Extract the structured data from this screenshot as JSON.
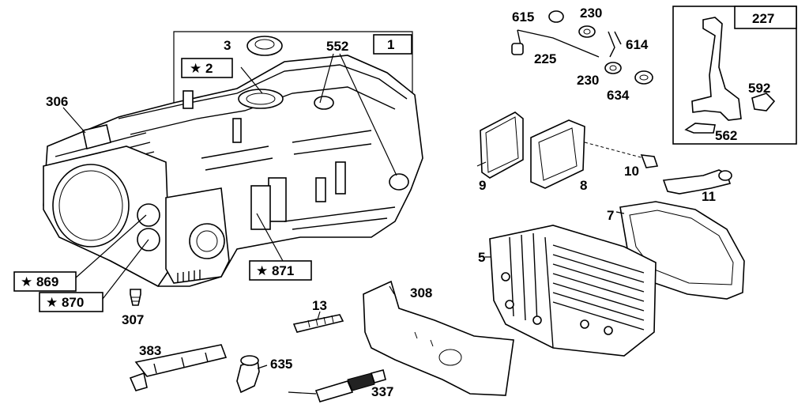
{
  "callouts": {
    "p615": "615",
    "p230a": "230",
    "p614": "614",
    "p225": "225",
    "p230b": "230",
    "p634": "634",
    "p227": "227",
    "p592": "592",
    "p562": "562",
    "p3": "3",
    "p552": "552",
    "p1": "1",
    "p2": "★ 2",
    "p306": "306",
    "p9": "9",
    "p8": "8",
    "p10": "10",
    "p11": "11",
    "p7": "7",
    "p5": "5",
    "p871": "★ 871",
    "p869": "★ 869",
    "p870": "★ 870",
    "p307": "307",
    "p13": "13",
    "p308": "308",
    "p383": "383",
    "p635": "635",
    "p337": "337"
  }
}
